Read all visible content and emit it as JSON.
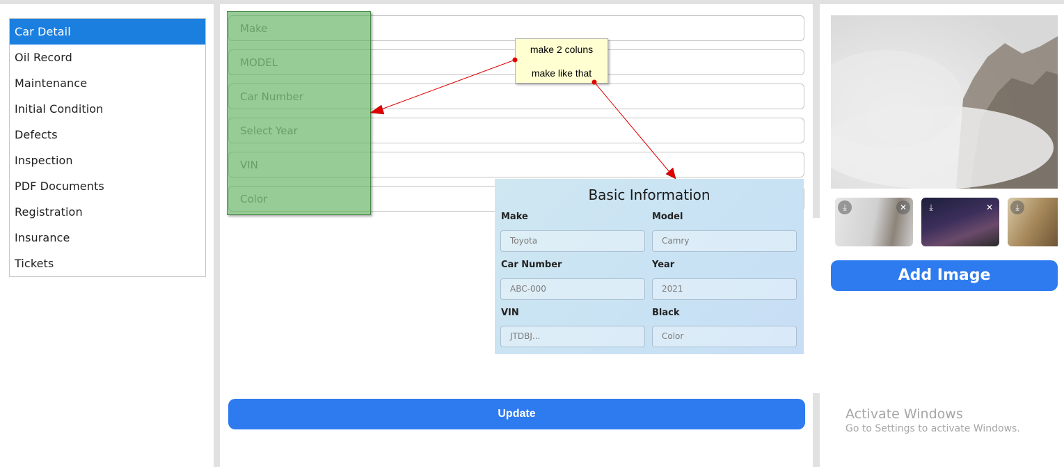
{
  "sidebar": {
    "items": [
      {
        "label": "Car Detail",
        "active": true
      },
      {
        "label": "Oil Record"
      },
      {
        "label": "Maintenance"
      },
      {
        "label": "Initial Condition"
      },
      {
        "label": "Defects"
      },
      {
        "label": "Inspection"
      },
      {
        "label": "PDF Documents"
      },
      {
        "label": "Registration"
      },
      {
        "label": "Insurance"
      },
      {
        "label": "Tickets"
      }
    ],
    "active_color": "#1b7fe0"
  },
  "form": {
    "fields": [
      {
        "placeholder": "Make"
      },
      {
        "placeholder": "MODEL"
      },
      {
        "placeholder": "Car Number"
      },
      {
        "placeholder": "Select Year"
      },
      {
        "placeholder": "VIN"
      },
      {
        "placeholder": "Color"
      }
    ],
    "update_label": "Update"
  },
  "annotation_note": {
    "line1": "make 2 coluns",
    "line2": "make like that"
  },
  "mockup": {
    "title": "Basic Information",
    "fields": [
      {
        "label": "Make",
        "value": "Toyota"
      },
      {
        "label": "Model",
        "value": "Camry"
      },
      {
        "label": "Car Number",
        "value": "ABC-000"
      },
      {
        "label": "Year",
        "value": "2021"
      },
      {
        "label": "VIN",
        "value": "JTDBJ..."
      },
      {
        "label": "Black",
        "value": "Color"
      }
    ]
  },
  "images": {
    "thumbnails": [
      {
        "name": "misty-mountain",
        "icons": [
          "download-icon",
          "close-icon"
        ]
      },
      {
        "name": "starry-night",
        "icons": [
          "download-icon",
          "close-icon"
        ]
      },
      {
        "name": "vintage-desk",
        "icons": [
          "download-icon"
        ]
      }
    ],
    "add_label": "Add Image"
  },
  "watermark": {
    "title": "Activate Windows",
    "subtitle": "Go to Settings to activate Windows."
  },
  "colors": {
    "primary_button": "#2e7bef",
    "note_bg": "#ffffd2",
    "arrow": "#e00000",
    "green_overlay": "#60b060"
  }
}
